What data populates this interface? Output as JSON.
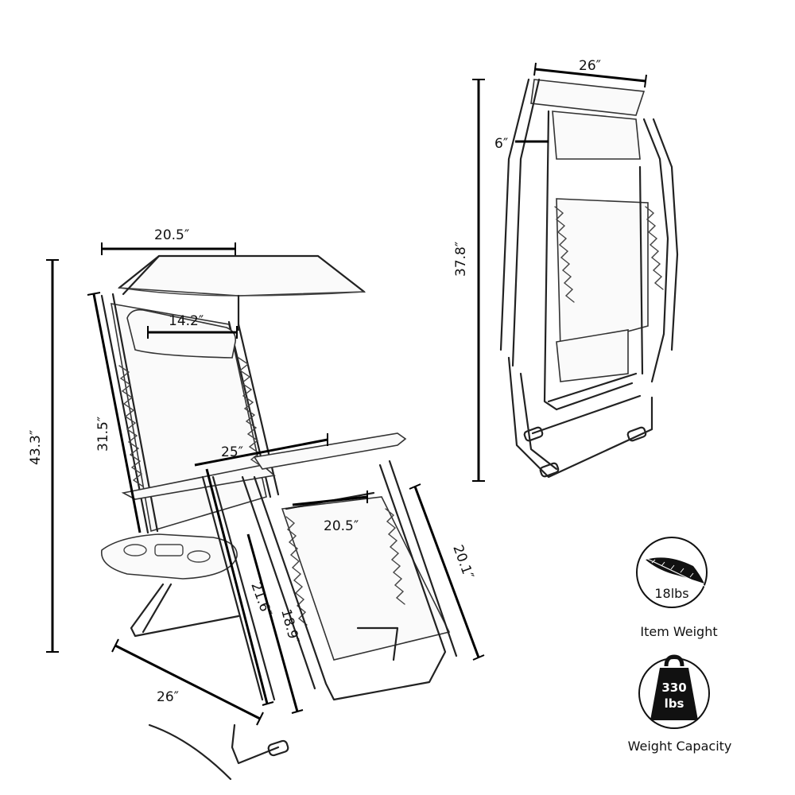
{
  "dimensions": {
    "canopy_width": "20.5″",
    "headrest_width": "14.2″",
    "total_height": "43.3″",
    "back_length": "31.5″",
    "armrest_length": "25″",
    "seat_width": "20.5″",
    "seat_length": "20.1″",
    "leg_height_a": "21.6″",
    "leg_height_b": "18.9″",
    "base_depth": "26″",
    "folded_width": "26″",
    "folded_thickness": "6″",
    "folded_height": "37.8″"
  },
  "specs": {
    "weight": {
      "value": "18lbs",
      "label": "Item Weight",
      "icon": "feather-icon"
    },
    "capacity": {
      "value_line1": "330",
      "value_line2": "lbs",
      "label": "Weight Capacity",
      "icon": "kettlebell-weight-icon"
    }
  }
}
